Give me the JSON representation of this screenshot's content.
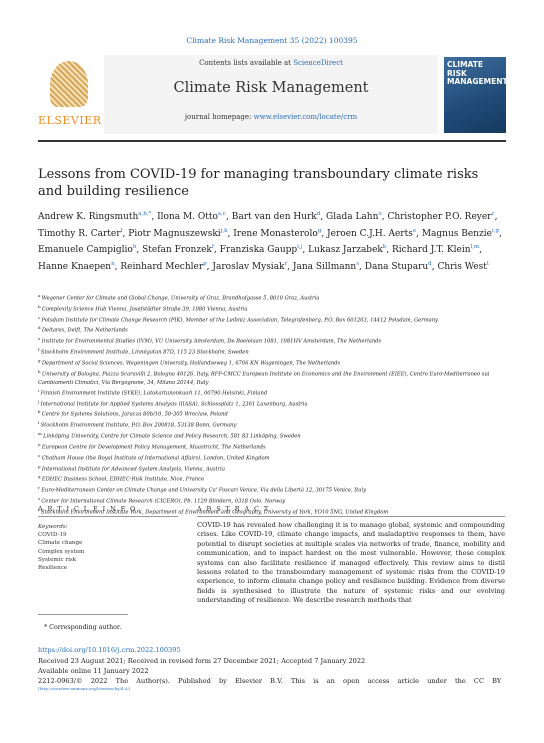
{
  "journal_ref": "Climate Risk Management 35 (2022) 100395",
  "masthead": {
    "publisher": "ELSEVIER",
    "contents_prefix": "Contents lists available at ",
    "contents_link": "ScienceDirect",
    "journal_title": "Climate Risk Management",
    "homepage_prefix": "journal homepage: ",
    "homepage_link": "www.elsevier.com/locate/crm",
    "cover_title": "CLIMATE RISK MANAGEMENT"
  },
  "article_title": "Lessons from COVID-19 for managing transboundary climate risks and building resilience",
  "authors": [
    {
      "name": "Andrew K. Ringsmuth",
      "aff": "a,b,*"
    },
    {
      "name": "Ilona M. Otto",
      "aff": "a,c"
    },
    {
      "name": "Bart van den Hurk",
      "aff": "d"
    },
    {
      "name": "Glada Lahn",
      "aff": "o"
    },
    {
      "name": "Christopher P.O. Reyer",
      "aff": "c"
    },
    {
      "name": "Timothy R. Carter",
      "aff": "f"
    },
    {
      "name": "Piotr Magnuszewski",
      "aff": "j,k"
    },
    {
      "name": "Irene Monasterolo",
      "aff": "g"
    },
    {
      "name": "Jeroen C.J.H. Aerts",
      "aff": "e"
    },
    {
      "name": "Magnus Benzie",
      "aff": "i,g"
    },
    {
      "name": "Emanuele Campiglio",
      "aff": "h"
    },
    {
      "name": "Stefan Fronzek",
      "aff": "f"
    },
    {
      "name": "Franziska Gaupp",
      "aff": "i,j"
    },
    {
      "name": "Lukasz Jarzabek",
      "aff": "k"
    },
    {
      "name": "Richard J.T. Klein",
      "aff": "l,m"
    },
    {
      "name": "Hanne Knaepen",
      "aff": "n"
    },
    {
      "name": "Reinhard Mechler",
      "aff": "p"
    },
    {
      "name": "Jaroslav Mysiak",
      "aff": "r"
    },
    {
      "name": "Jana Sillmann",
      "aff": "s"
    },
    {
      "name": "Dana Stuparu",
      "aff": "d"
    },
    {
      "name": "Chris West",
      "aff": "t"
    }
  ],
  "affiliations": [
    {
      "key": "a",
      "text": "Wegener Center for Climate and Global Change, University of Graz, Brandhofgasse 5, 8010 Graz, Austria"
    },
    {
      "key": "b",
      "text": "Complexity Science Hub Vienna, Josefstädter Straße 39, 1080 Vienna, Austria"
    },
    {
      "key": "c",
      "text": "Potsdam Institute for Climate Change Research (PIK), Member of the Leibniz Association, Telegrafenberg, P.O. Box 601203, 14412 Potsdam, Germany"
    },
    {
      "key": "d",
      "text": "Deltares, Delft, The Netherlands"
    },
    {
      "key": "e",
      "text": "Institute for Environmental Studies (IVM), VU University Amsterdam, De Boelelaan 1081, 1081HV Amsterdam, The Netherlands"
    },
    {
      "key": "f",
      "text": "Stockholm Environment Institute, Linnégatan 87D, 115 23 Stockholm, Sweden"
    },
    {
      "key": "g",
      "text": "Department of Social Sciences, Wageningen University, Hollandseweg 1, 6706 KN Wageningen, The Netherlands"
    },
    {
      "key": "h",
      "text": "University of Bologna, Piazza Scaravilli 2, Bologna 40126, Italy, RFF-CMCC European Institute on Economics and the Environment (EIEE), Centro Euro-Mediterraneo sui Cambiamenti Climatici, Via Bergognone, 34, Milano 20144, Italy"
    },
    {
      "key": "i",
      "text": "Finnish Environment Institute (SYKE), Latokartanonkaari 11, 00790 Helsinki, Finland"
    },
    {
      "key": "j",
      "text": "International Institute for Applied Systems Analysis (IIASA), Schlossplatz 1, 2361 Laxenburg, Austria"
    },
    {
      "key": "k",
      "text": "Centre for Systems Solutions, Jaracza 80b/10, 50-305 Wroclaw, Poland"
    },
    {
      "key": "l",
      "text": "Stockholm Environment Institute, P.O. Box 200818, 53138 Bonn, Germany"
    },
    {
      "key": "m",
      "text": "Linköping University, Centre for Climate Science and Policy Research, 581 83 Linköping, Sweden"
    },
    {
      "key": "n",
      "text": "European Centre for Development Policy Management, Maastricht, The Netherlands"
    },
    {
      "key": "o",
      "text": "Chatham House (the Royal Institute of International Affairs), London, United Kingdom"
    },
    {
      "key": "p",
      "text": "International Institute for Advanced System Analysis, Vienna, Austria"
    },
    {
      "key": "q",
      "text": "EDHEC Business School, EDHEC-Risk Institute, Nice, France"
    },
    {
      "key": "r",
      "text": "Euro-Mediterranean Center on Climate Change and University Ca' Foscari Venice, Via della Libertà 12, 30175 Venice, Italy"
    },
    {
      "key": "s",
      "text": "Center for International Climate Research (CICERO), Pb. 1129 Blindern, 0318 Oslo, Norway"
    },
    {
      "key": "t",
      "text": "Stockholm Environment Institute York, Department of Environment and Geography, University of York, YO10 5NG, United Kingdom"
    }
  ],
  "article_info": {
    "heading": "A R T I C L E  I N F O",
    "keywords_label": "Keywords:",
    "keywords": [
      "COVID-19",
      "Climate change",
      "Complex system",
      "Systemic risk",
      "Resilience"
    ]
  },
  "abstract": {
    "heading": "A B S T R A C T",
    "text": "COVID-19 has revealed how challenging it is to manage global, systemic and compounding crises. Like COVID-19, climate change impacts, and maladaptive responses to them, have potential to disrupt societies at multiple scales via networks of trade, finance, mobility and communication, and to impact hardest on the most vulnerable. However, these complex systems can also facilitate resilience if managed effectively. This review aims to distil lessons related to the transboundary management of systemic risks from the COVID-19 experience, to inform climate change policy and resilience building. Evidence from diverse fields is synthesised to illustrate the nature of systemic risks and our evolving understanding of resilience. We describe research methods that"
  },
  "footnote": "* Corresponding author.",
  "doi": "https://doi.org/10.1016/j.crm.2022.100395",
  "received": "Received 23 August 2021; Received in revised form 27 December 2021; Accepted 7 January 2022",
  "available": "Available online 11 January 2022",
  "license": "2212-0963/© 2022 The Author(s). Published by Elsevier B.V. This is an open access article under the CC BY license",
  "license_url": "(http://creativecommons.org/licenses/by/4.0/)"
}
